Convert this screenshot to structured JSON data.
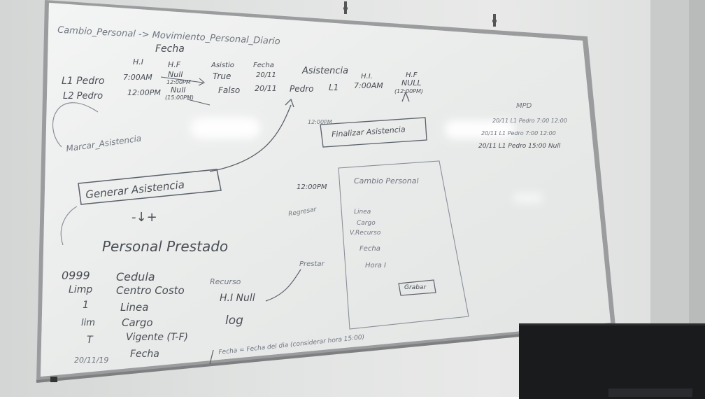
{
  "board": {
    "top_left_heading": "Cambio_Personal -> Movimiento_Personal_Diario",
    "fecha_label": "Fecha",
    "table_headers": [
      "H.I",
      "H.F",
      "Asistio",
      "Fecha"
    ],
    "row1": [
      "L1 Pedro",
      "7:00AM",
      "Null",
      "True",
      "20/11"
    ],
    "row1_note": "12:00PM",
    "row2": [
      "L2 Pedro",
      "12:00PM",
      "Null",
      "Falso",
      "20/11"
    ],
    "row2_note": "(15:00PM)",
    "asistencia_title": "Asistencia",
    "asistencia_headers": [
      "H.I.",
      "H.F"
    ],
    "asistencia_row": [
      "Pedro",
      "L1",
      "7:00AM",
      "NULL"
    ],
    "asistencia_note": "(12:00PM)",
    "marcar": "Marcar_Asistencia",
    "finalizar": "Finalizar Asistencia",
    "finalizar_time": "12:00PM",
    "generar": "Generar Asistencia",
    "arrow_symbol": "-↓+",
    "mpd_label": "MPD",
    "mpd_rows": [
      "20/11 L1 Pedro 7:00 12:00",
      "20/11 L1 Pedro 7:00 12:00",
      "20/11 L1 Pedro 15:00 Null"
    ],
    "personal_prestado": "Personal Prestado",
    "left_values": [
      "0999",
      "Limp",
      "1",
      "lim",
      "T",
      "20/11/19"
    ],
    "fields": [
      "Cedula",
      "Centro Costo",
      "Linea",
      "Cargo",
      "Vigente (T-F)",
      "Fecha"
    ],
    "recursos": [
      "Recurso",
      "H.I Null",
      "log"
    ],
    "prestar": "Prestar",
    "regresar": "Regresar",
    "time_12": "12:00PM",
    "cambio_box_title": "Cambio Personal",
    "cambio_fields": [
      "Linea",
      "Cargo",
      "V.Recurso",
      "Fecha",
      "Hora I"
    ],
    "grabar": "Grabar",
    "bottom_note": "Fecha = Fecha del dia (considerar hora 15:00)"
  }
}
